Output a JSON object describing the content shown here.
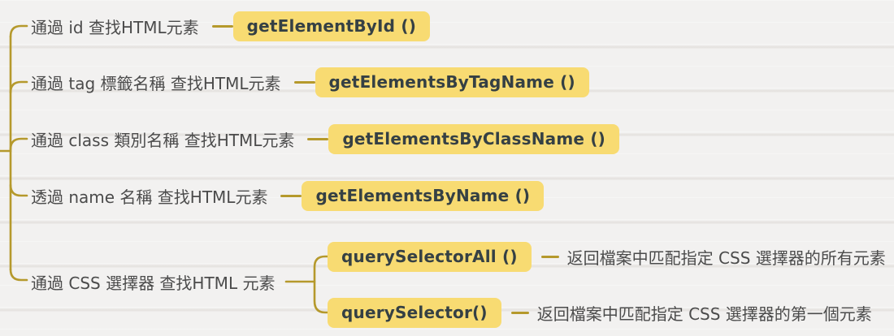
{
  "colors": {
    "background": "#f2f1f0",
    "branch_line": "#b5992c",
    "method_box_fill": "#f8db72",
    "method_box_text": "#354044",
    "label_text": "#4b4b4b"
  },
  "mindmap": {
    "branches": [
      {
        "label": "通過 id 查找HTML元素",
        "method": "getElementById ()"
      },
      {
        "label": "通過 tag 標籤名稱 查找HTML元素",
        "method": "getElementsByTagName ()"
      },
      {
        "label": "通過 class 類別名稱 查找HTML元素",
        "method": "getElementsByClassName ()"
      },
      {
        "label": "透過 name 名稱 查找HTML元素",
        "method": "getElementsByName ()"
      },
      {
        "label": "通過 CSS 選擇器 查找HTML 元素",
        "children": [
          {
            "method": "querySelectorAll ()",
            "description": "返回檔案中匹配指定 CSS 選擇器的所有元素"
          },
          {
            "method": "querySelector()",
            "description": "返回檔案中匹配指定 CSS 選擇器的第一個元素"
          }
        ]
      }
    ]
  }
}
